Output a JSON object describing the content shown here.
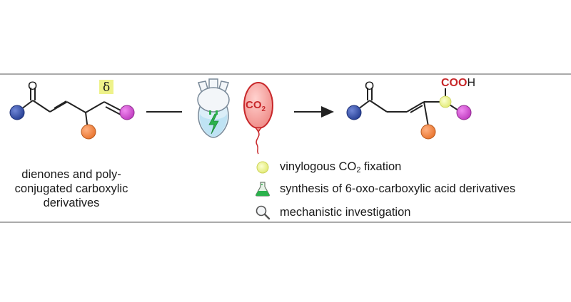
{
  "reactant": {
    "delta_label": "δ",
    "ketone_o": "O",
    "caption_lines": [
      "dienones and poly-",
      "conjugated carboxylic",
      "derivatives"
    ]
  },
  "conditions": {
    "balloon_text_main": "CO",
    "balloon_text_sub": "2"
  },
  "product": {
    "ketone_o": "O",
    "acid_red": "COO",
    "acid_h": "H"
  },
  "features": [
    {
      "icon": "yellow-circle-icon",
      "text_main": "vinylogous CO",
      "text_sub": "2",
      "text_tail": " fixation"
    },
    {
      "icon": "flask-icon",
      "text_main": "synthesis of 6-oxo-carboxylic acid derivatives",
      "text_sub": "",
      "text_tail": ""
    },
    {
      "icon": "magnifier-icon",
      "text_main": "mechanistic investigation",
      "text_sub": "",
      "text_tail": ""
    }
  ],
  "colors": {
    "blue": "#3a53a6",
    "orange": "#f08a4b",
    "magenta": "#d24fd1",
    "red": "#c8282b",
    "yellow": "#e8f07a",
    "green": "#2bb24c"
  }
}
